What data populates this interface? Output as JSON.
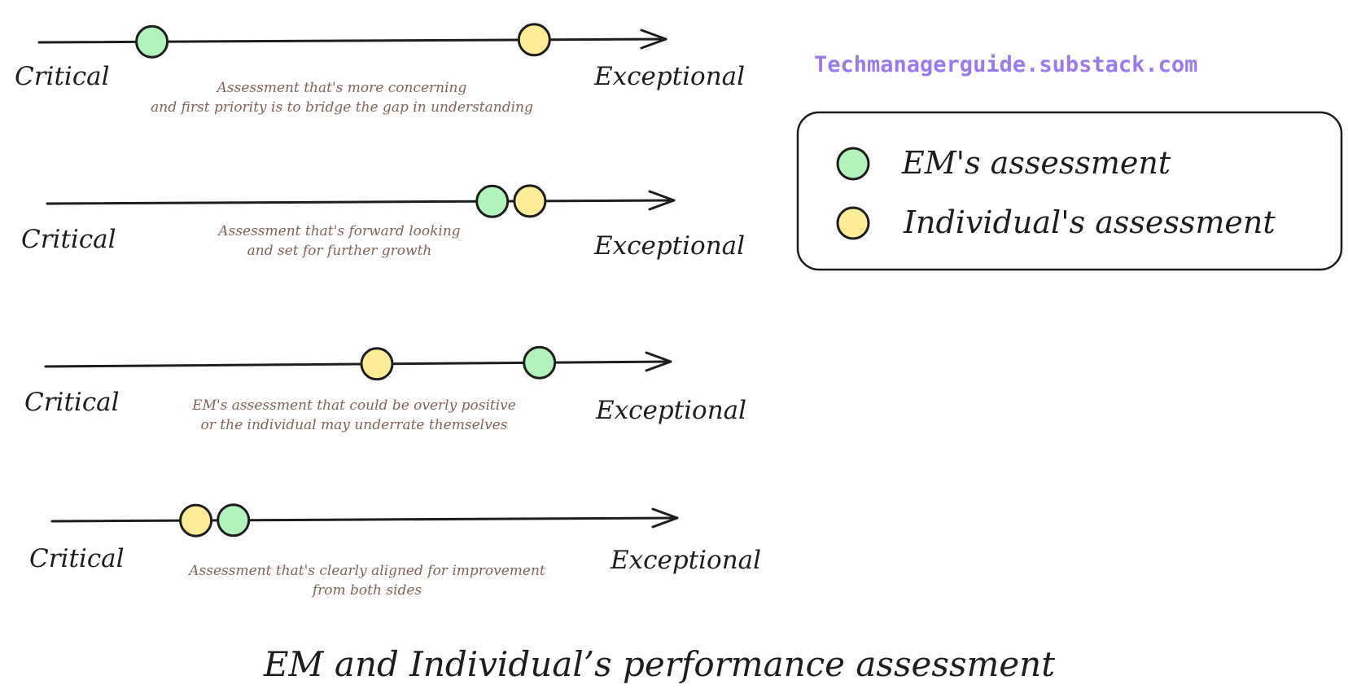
{
  "title": "EM and Individual’s performance assessment",
  "source": "Techmanagerguide.substack.com",
  "colors": {
    "em": "#b2f2bb",
    "individual": "#ffec99",
    "stroke": "#1e1e1e",
    "description": "#846358",
    "source": "#9b7af1"
  },
  "legend": {
    "em_label": "EM's assessment",
    "individual_label": "Individual's assessment"
  },
  "scales": [
    {
      "left_label": "Critical",
      "right_label": "Exceptional",
      "description": [
        "Assessment that's more concerning",
        "and first priority is to bridge the gap in understanding"
      ],
      "em_position": 0.18,
      "individual_position": 0.79
    },
    {
      "left_label": "Critical",
      "right_label": "Exceptional",
      "description": [
        "Assessment that's forward looking",
        "and set for further growth"
      ],
      "em_position": 0.71,
      "individual_position": 0.77
    },
    {
      "left_label": "Critical",
      "right_label": "Exceptional",
      "description": [
        "EM's assessment that could be overly positive",
        "or the individual may underrate themselves"
      ],
      "em_position": 0.79,
      "individual_position": 0.53
    },
    {
      "left_label": "Critical",
      "right_label": "Exceptional",
      "description": [
        "Assessment that's clearly aligned for improvement",
        "from both sides"
      ],
      "em_position": 0.29,
      "individual_position": 0.23
    }
  ]
}
